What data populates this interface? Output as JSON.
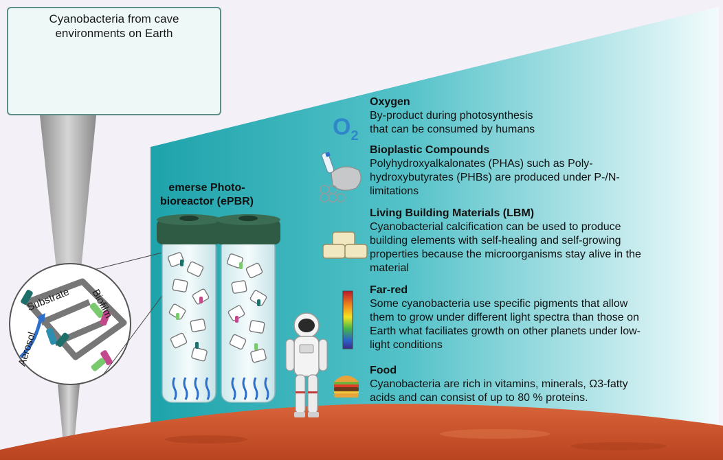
{
  "cave_panel": {
    "title_line1": "Cyanobacteria from cave",
    "title_line2": "environments on Earth"
  },
  "biofilm_labels": {
    "substrate": "Substrate",
    "biofilm": "Biofilm",
    "aerosol": "Aerosol"
  },
  "reactor": {
    "title_line1": "emerse Photo-",
    "title_line2": "bioreactor (ePBR)"
  },
  "o2_label": {
    "main": "O",
    "sub": "2"
  },
  "features": [
    {
      "title": "Oxygen",
      "lines": [
        "By-product during photosynthesis",
        "that can be consumed by humans"
      ]
    },
    {
      "title": "Bioplastic Compounds",
      "lines": [
        "Polyhydroxyalkalonates (PHAs) such as  Poly-",
        "hydroxybutyrates (PHBs) are produced under P-/N-",
        "limitations"
      ]
    },
    {
      "title": "Living Building Materials (LBM)",
      "lines": [
        "Cyanobacterial calcification can be used to produce",
        "building elements with self-healing and self-growing",
        "properties because the microorganisms stay alive in the",
        "material"
      ]
    },
    {
      "title": "Far-red",
      "lines": [
        "Some cyanobacteria use specific pigments that allow",
        "them to grow under different light spectra than those on",
        "Earth what faciliates growth on other planets under low-",
        "light conditions"
      ]
    },
    {
      "title": "Food",
      "lines": [
        "Cyanobacteria are rich in vitamins, minerals, Ω3-fatty",
        "acids and can consist of up to 80 % proteins."
      ]
    }
  ],
  "icons": [
    "earth-icon",
    "cave-icon",
    "bioplastic-icon",
    "building-blocks-icon",
    "light-spectrum-icon",
    "burger-icon",
    "astronaut-icon"
  ],
  "colors": {
    "teal": "#1ea5ad",
    "mars": "#c9502a",
    "cap_green": "#2f5a44"
  }
}
